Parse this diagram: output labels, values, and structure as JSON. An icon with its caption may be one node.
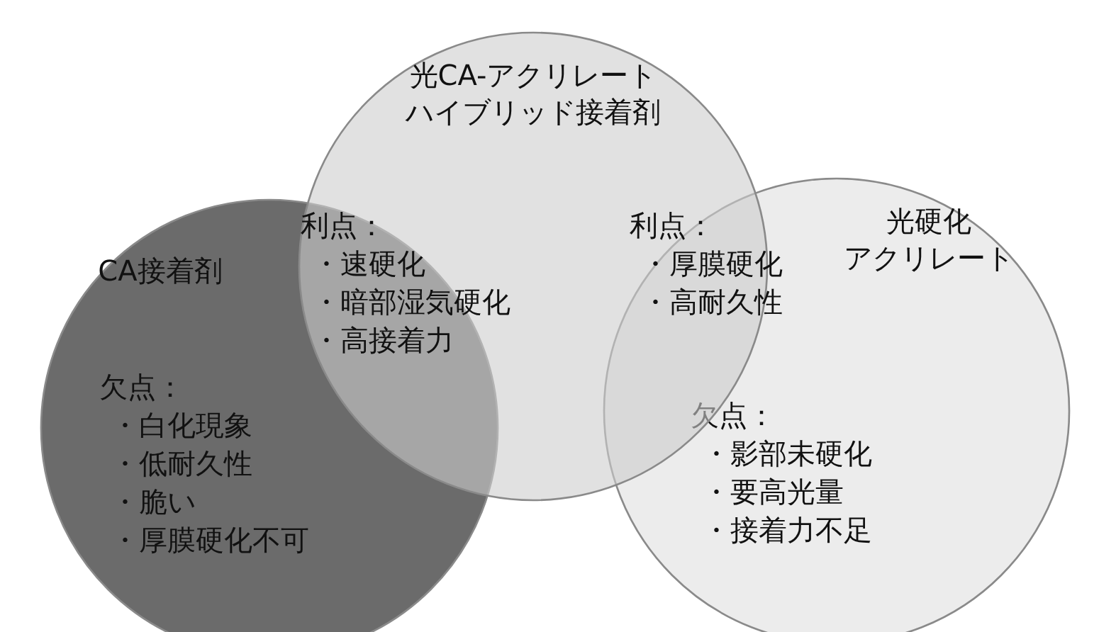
{
  "diagram": {
    "nodes": [
      {
        "text": [
          "CA接着剤",
          "欠点：",
          "・白化現象",
          "・低耐久性",
          "・脆い",
          "・厚膜硬化不可"
        ]
      },
      {
        "text": [
          "光CA-アクリレートハイブリッド接着剤"
        ]
      },
      {
        "text": [
          "光硬化アクリレート",
          "欠点：",
          "・影部未硬化",
          "・要高光量",
          "・接着力不足"
        ]
      }
    ],
    "edges": [],
    "labels": [
      "利点：",
      "・速硬化",
      "・暗部湿気硬化",
      "・高接着力",
      "利点：",
      "・厚膜硬化",
      "・高耐久性"
    ]
  }
}
